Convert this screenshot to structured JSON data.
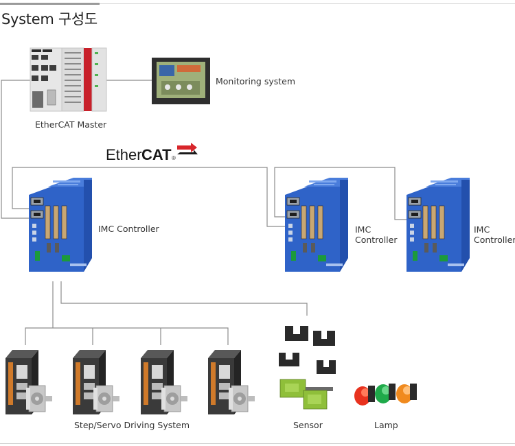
{
  "header": {
    "title": "System 구성도"
  },
  "logo": {
    "text_ether": "Ether",
    "text_cat": "CAT",
    "reg": "®"
  },
  "labels": {
    "master": "EtherCAT Master",
    "monitor": "Monitoring system",
    "imc_main": "IMC Controller",
    "imc_2_line1": "IMC",
    "imc_2_line2": "Controller",
    "imc_3_line1": "IMC",
    "imc_3_line2": "Controller",
    "drives": "Step/Servo Driving System",
    "sensor": "Sensor",
    "lamp": "Lamp"
  },
  "colors": {
    "controller_blue": "#2f63c8",
    "line_gray": "#8c8c8c",
    "logo_red": "#d8262b",
    "lamp_red": "#e8321e",
    "lamp_green": "#1faa4a",
    "lamp_orange": "#f08a1e",
    "sensor_green": "#8fbf3a"
  }
}
